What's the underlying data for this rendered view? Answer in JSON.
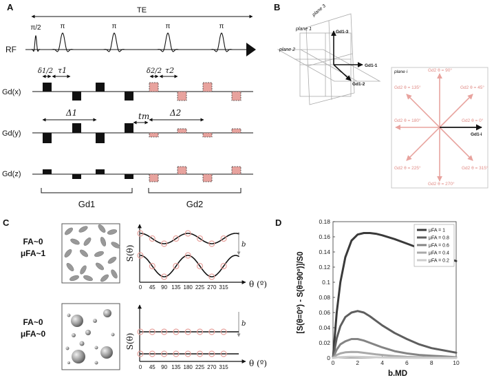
{
  "panels": {
    "a": "A",
    "b": "B",
    "c": "C",
    "d": "D"
  },
  "panel_a": {
    "te_label": "TE",
    "rf_label": "RF",
    "pulse_labels": [
      "π/2",
      "π",
      "π",
      "π",
      "π"
    ],
    "axis_labels": [
      "Gd(x)",
      "Gd(y)",
      "Gd(z)"
    ],
    "timing": {
      "delta1": "δ1/2",
      "tau1": "τ1",
      "delta2": "δ2/2",
      "tau2": "τ2",
      "Delta1": "Δ1",
      "tm": "tm",
      "Delta2": "Δ2"
    },
    "block_labels": [
      "Gd1",
      "Gd2"
    ]
  },
  "panel_b": {
    "planes": [
      "plane 1",
      "plane 2",
      "plane 3"
    ],
    "vectors": [
      "Gd1-3",
      "Gd1-1",
      "Gd1-2"
    ],
    "plane_i_label": "plane i",
    "grad_axis_label": "Gd1-i",
    "directions": [
      "Gd2 θ = 90°",
      "Gd2 θ = 45°",
      "Gd2 θ = 0°",
      "Gd2 θ = 315°",
      "Gd2 θ = 270°",
      "Gd2 θ = 225°",
      "Gd2 θ = 180°",
      "Gd2 θ = 135°"
    ],
    "accent_color": "#e8a39e"
  },
  "panel_c": {
    "rows": [
      {
        "fa": "FA~0",
        "mufa": "μFA~1"
      },
      {
        "fa": "FA~0",
        "mufa": "μFA~0"
      }
    ],
    "ylabel": "S(θ)",
    "xlabel": "θ  (º)",
    "b_label": "b",
    "xticks": [
      "0",
      "45",
      "90",
      "135",
      "180",
      "225",
      "270",
      "315"
    ]
  },
  "chart_data": {
    "type": "line",
    "title": "",
    "xlabel": "b.MD",
    "ylabel": "[S(θ=0º) - S(θ=90º)]/S0",
    "xlim": [
      0,
      10
    ],
    "ylim": [
      0,
      0.18
    ],
    "xticks": [
      "0",
      "2",
      "4",
      "6",
      "8",
      "10"
    ],
    "yticks": [
      "0",
      "0.02",
      "0.04",
      "0.06",
      "0.08",
      "0.1",
      "0.12",
      "0.14",
      "0.16",
      "0.18"
    ],
    "grid": false,
    "legend_position": "top-right",
    "series": [
      {
        "name": "μFA = 1",
        "color": "#3a3a3a",
        "x": [
          0,
          0.3,
          0.6,
          1,
          1.5,
          2,
          2.5,
          3,
          3.5,
          4,
          5,
          6,
          7,
          8,
          9,
          10
        ],
        "values": [
          0,
          0.06,
          0.1,
          0.133,
          0.155,
          0.163,
          0.165,
          0.165,
          0.164,
          0.162,
          0.157,
          0.151,
          0.145,
          0.139,
          0.133,
          0.128
        ]
      },
      {
        "name": "μFA = 0.8",
        "color": "#5e5e5e",
        "x": [
          0,
          0.3,
          0.6,
          1,
          1.5,
          2,
          2.5,
          3,
          3.5,
          4,
          5,
          6,
          7,
          8,
          9,
          10
        ],
        "values": [
          0,
          0.026,
          0.042,
          0.054,
          0.06,
          0.062,
          0.06,
          0.055,
          0.049,
          0.043,
          0.033,
          0.025,
          0.018,
          0.013,
          0.01,
          0.007
        ]
      },
      {
        "name": "μFA = 0.6",
        "color": "#848484",
        "x": [
          0,
          0.3,
          0.6,
          1,
          1.5,
          2,
          2.5,
          3,
          3.5,
          4,
          5,
          6,
          7,
          8,
          9,
          10
        ],
        "values": [
          0,
          0.011,
          0.018,
          0.022,
          0.025,
          0.025,
          0.023,
          0.02,
          0.017,
          0.014,
          0.009,
          0.006,
          0.004,
          0.003,
          0.002,
          0.001
        ]
      },
      {
        "name": "μFA = 0.4",
        "color": "#a9a9a9",
        "x": [
          0,
          0.3,
          0.6,
          1,
          1.5,
          2,
          2.5,
          3,
          3.5,
          4,
          5,
          6,
          7,
          8,
          9,
          10
        ],
        "values": [
          0,
          0.004,
          0.006,
          0.0075,
          0.008,
          0.0078,
          0.0068,
          0.0058,
          0.0048,
          0.004,
          0.0025,
          0.0015,
          0.001,
          0.0006,
          0.0004,
          0.0002
        ]
      },
      {
        "name": "μFA = 0.2",
        "color": "#cdcdcd",
        "x": [
          0,
          0.5,
          1,
          1.5,
          2,
          3,
          4,
          6,
          8,
          10
        ],
        "values": [
          0,
          0.001,
          0.0014,
          0.0016,
          0.0015,
          0.0011,
          0.0007,
          0.0003,
          0.0001,
          5e-05
        ]
      }
    ]
  }
}
